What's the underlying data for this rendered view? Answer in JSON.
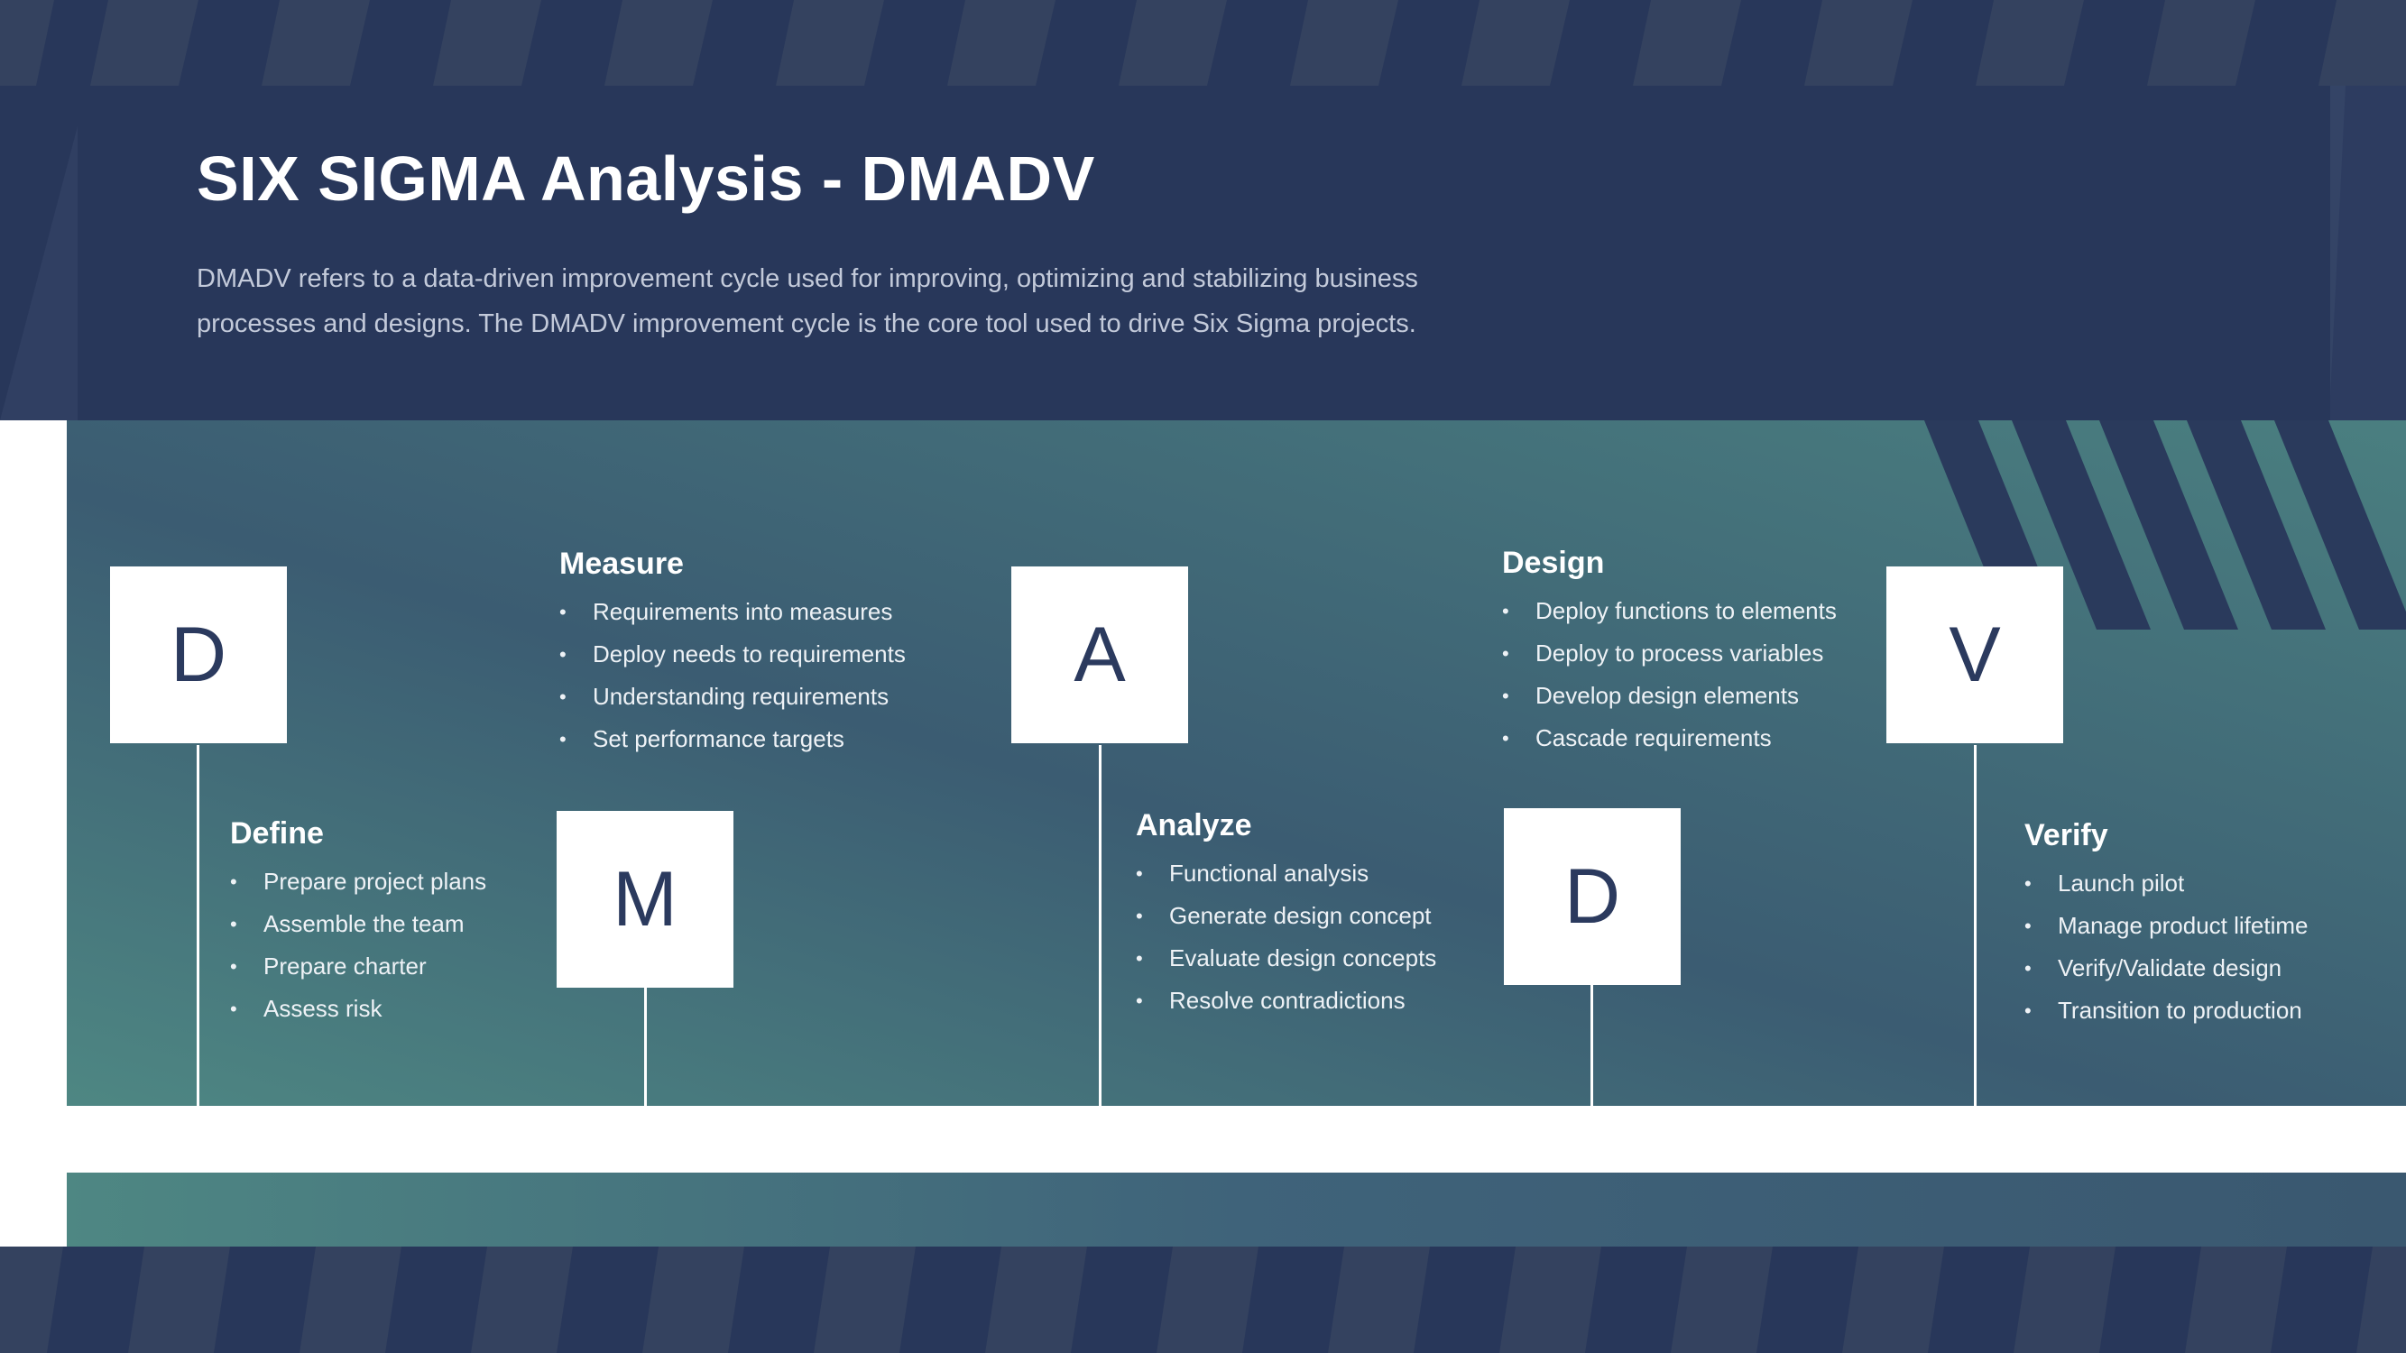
{
  "header": {
    "title": "SIX SIGMA Analysis - DMADV",
    "description_line1": "DMADV refers to a data-driven improvement cycle used for improving, optimizing and stabilizing business",
    "description_line2": "processes and designs. The DMADV improvement cycle is the core tool used to drive Six Sigma projects."
  },
  "colors": {
    "navy": "#28375a",
    "teal_light": "#4e8783",
    "teal_dark": "#3a5870",
    "white": "#ffffff",
    "letter": "#2b3a5e"
  },
  "steps": [
    {
      "letter": "D",
      "title": "Define",
      "items": [
        "Prepare project plans",
        "Assemble the team",
        "Prepare charter",
        "Assess risk"
      ]
    },
    {
      "letter": "M",
      "title": "Measure",
      "items": [
        "Requirements  into measures",
        "Deploy needs to requirements",
        "Understanding requirements",
        "Set performance targets"
      ]
    },
    {
      "letter": "A",
      "title": "Analyze",
      "items": [
        "Functional analysis",
        "Generate design concept",
        "Evaluate design concepts",
        "Resolve contradictions"
      ]
    },
    {
      "letter": "D",
      "title": "Design",
      "items": [
        "Deploy functions to elements",
        "Deploy to process variables",
        "Develop design elements",
        "Cascade requirements"
      ]
    },
    {
      "letter": "V",
      "title": "Verify",
      "items": [
        "Launch pilot",
        "Manage product lifetime",
        "Verify/Validate design",
        "Transition to production"
      ]
    }
  ]
}
